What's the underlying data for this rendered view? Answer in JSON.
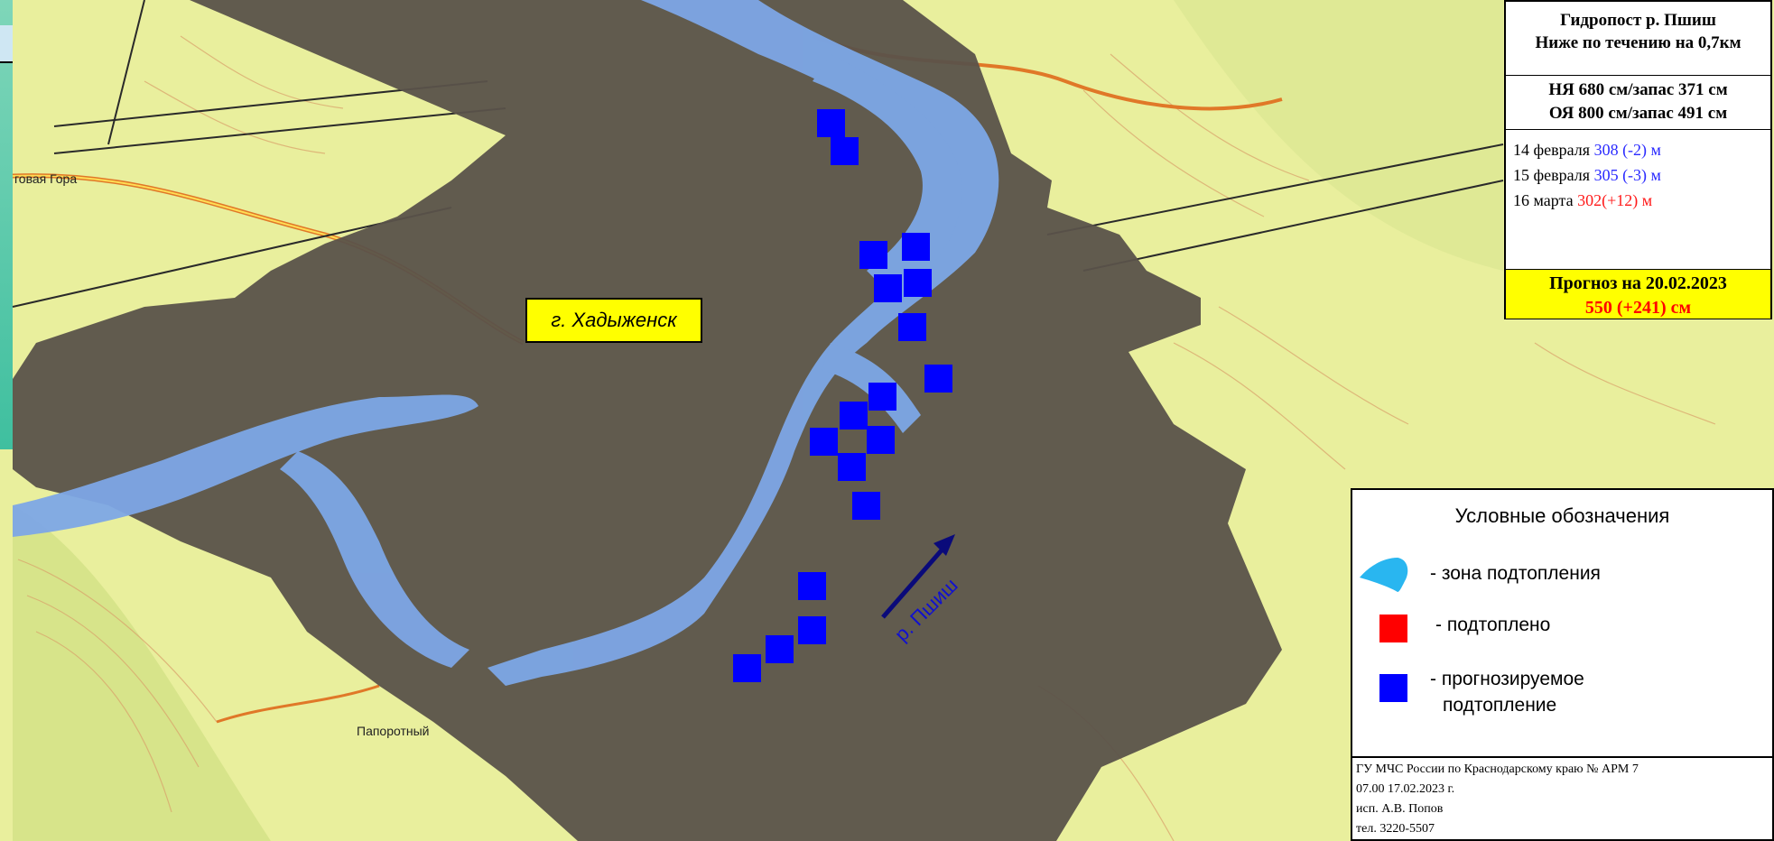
{
  "info_panel": {
    "station_title": "Гидропост р. Пшиш",
    "station_subtitle": "Ниже по течению на 0,7км",
    "level_nya": "НЯ 680 см/запас 371 см",
    "level_oya": "ОЯ 800 см/запас 491 см",
    "readings": [
      {
        "date": "14 февраля",
        "value": "308 (-2)",
        "unit": "м",
        "color": "#2b2bff"
      },
      {
        "date": "15 февраля",
        "value": "305 (-3)",
        "unit": "м",
        "color": "#2b2bff"
      },
      {
        "date": "16 марта",
        "value": "302(+12)",
        "unit": "м",
        "color": "#ff1a1a"
      }
    ],
    "forecast_title": "Прогноз на 20.02.2023",
    "forecast_value": "550 (+241) см"
  },
  "map": {
    "town_label": "г. Хадыженск",
    "river_label": "р. Пшиш",
    "place_top_left": "говая Гора",
    "place_bottom": "Папоротный",
    "flood_color": "#7da7e6",
    "terrain_color": "#e9ef9d",
    "settlement_color": "#5a524a"
  },
  "legend": {
    "title": "Условные обозначения",
    "flood_zone": "- зона подтопления",
    "flooded": "- подтоплено",
    "forecast_line1": "- прогнозируемое",
    "forecast_line2": "подтопление",
    "colors": {
      "flooded": "#ff0000",
      "forecast": "#0000ff",
      "zone": "#29b6f0"
    }
  },
  "footer": {
    "line1": "ГУ МЧС России по Краснодарскому краю № АРМ 7",
    "line2": "07.00 17.02.2023 г.",
    "line3": "исп. А.В. Попов",
    "line4": "тел. 3220-5507"
  }
}
